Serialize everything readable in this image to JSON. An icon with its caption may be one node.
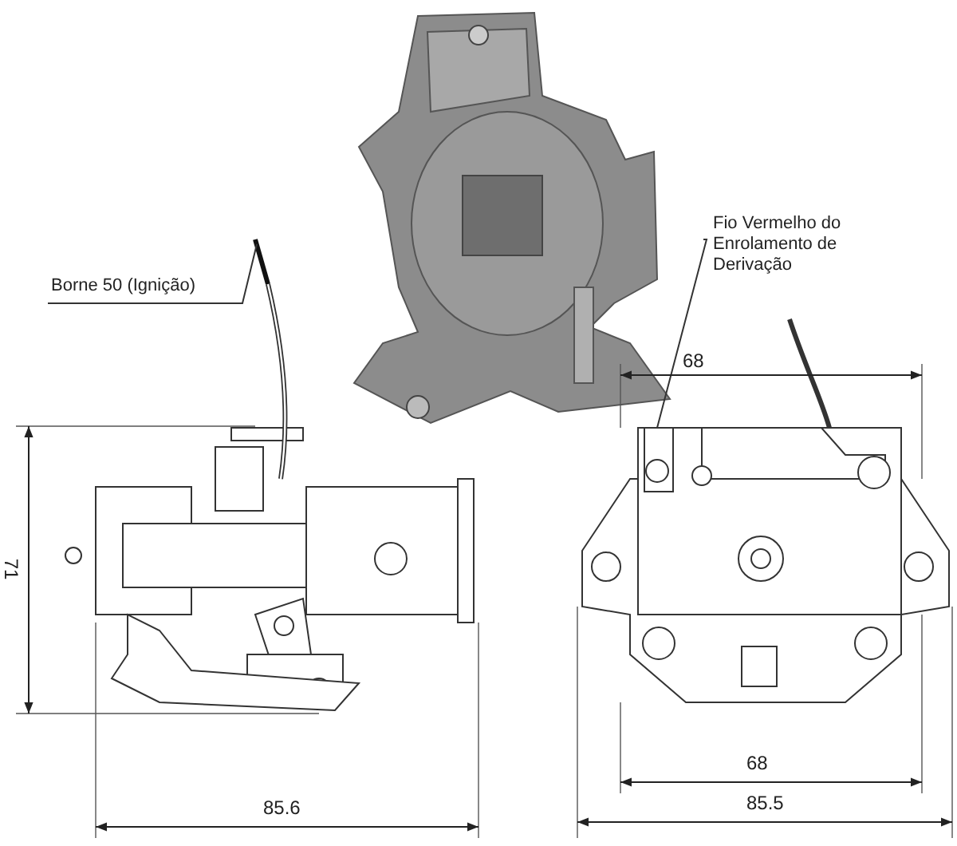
{
  "diagram": {
    "nodes": [
      {
        "text": [
          "Borne 50 (Ignição)"
        ]
      },
      {
        "text": [],
        "shape": "picture"
      },
      {
        "text": [
          "Fio Vermelho do Enrolamento de Derivação"
        ]
      },
      {
        "text": [],
        "shape": "picture"
      }
    ],
    "edges": [
      {
        "from": 0,
        "to": 1,
        "arrow": "none"
      },
      {
        "from": 2,
        "to": 3,
        "arrow": "none"
      }
    ],
    "labels": [
      "68",
      "71",
      "68",
      "85.6",
      "85.5"
    ]
  }
}
